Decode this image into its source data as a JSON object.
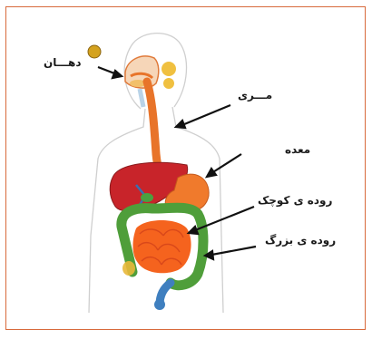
{
  "labels": {
    "mouth": "دهـــان",
    "esophagus": "مـــری",
    "stomach": "معده",
    "small_intestine": "روده ی کوچک",
    "large_intestine": "روده ی بزرگ"
  },
  "colors": {
    "frame": "#d86a3c",
    "body_outline": "#cfcfcf",
    "esophagus": "#e8742a",
    "liver": "#c8242a",
    "stomach": "#f07a2c",
    "small_intestine": "#f5631e",
    "large_intestine": "#4f9e3a",
    "bladder": "#e8b83a",
    "arrow": "#111111"
  }
}
